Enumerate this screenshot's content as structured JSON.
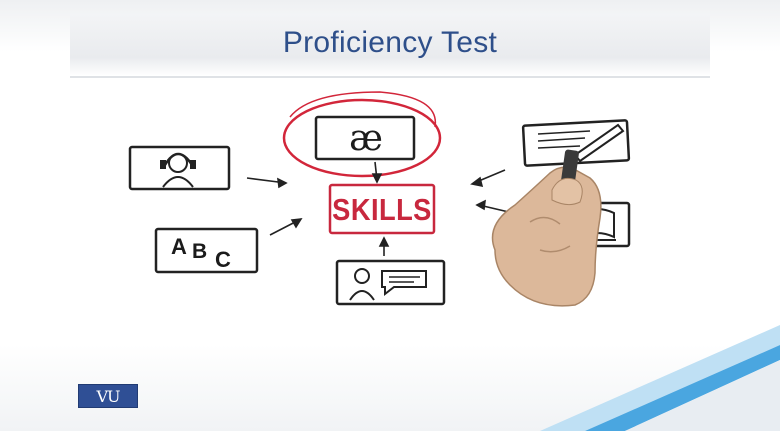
{
  "slide": {
    "title": "Proficiency Test",
    "center_label": "SKILLS",
    "phonetic_symbol": "æ",
    "alphabet_letters": [
      "A",
      "B",
      "C"
    ],
    "logo_text": "VU"
  },
  "icons": [
    "headphones-listener-icon",
    "alphabet-abc-icon",
    "phonetic-ae-icon",
    "speaking-speech-bubble-icon",
    "writing-pen-paper-icon",
    "open-book-reading-icon",
    "drawing-hand-icon"
  ],
  "colors": {
    "title": "#2e4f8a",
    "skills": "#c8283e",
    "circle": "#d2263a",
    "logo_bg": "#2f4f95",
    "accent_stripe": "#4aa6e0"
  }
}
